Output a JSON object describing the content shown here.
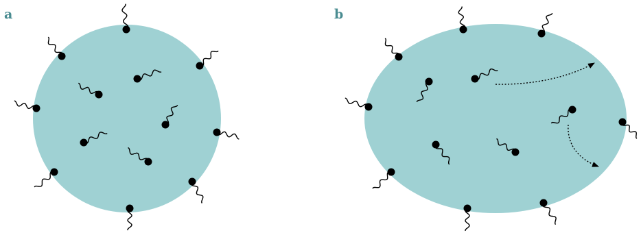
{
  "colors": {
    "cell": "#9fd1d3",
    "label": "#4a8c91",
    "ink": "#000000"
  },
  "panels": [
    {
      "label": "a"
    },
    {
      "label": "b"
    }
  ],
  "icons": {
    "molecule": "molecule-head-with-wavy-tail",
    "motion": "dotted-arrow"
  }
}
